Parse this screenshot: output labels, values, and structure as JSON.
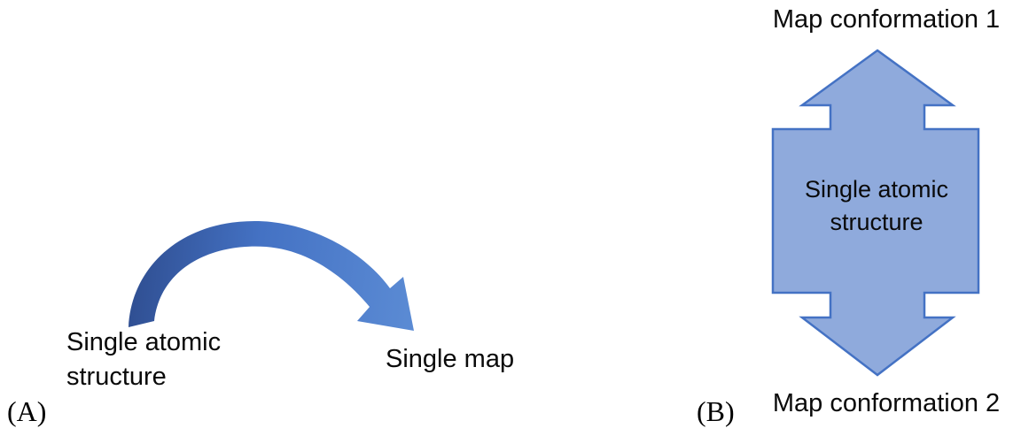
{
  "panel_a": {
    "label": "(A)",
    "source_text": "Single atomic\nstructure",
    "target_text": "Single map"
  },
  "panel_b": {
    "label": "(B)",
    "top_text": "Map conformation 1",
    "center_text": "Single atomic\nstructure",
    "bottom_text": "Map conformation 2"
  },
  "colors": {
    "curved_arrow_start": "#2e4c8e",
    "curved_arrow_mid": "#4472c4",
    "curved_arrow_end": "#5b8bd4",
    "double_arrow_fill": "#8faadc",
    "double_arrow_border": "#4472c4",
    "text": "#000000"
  }
}
